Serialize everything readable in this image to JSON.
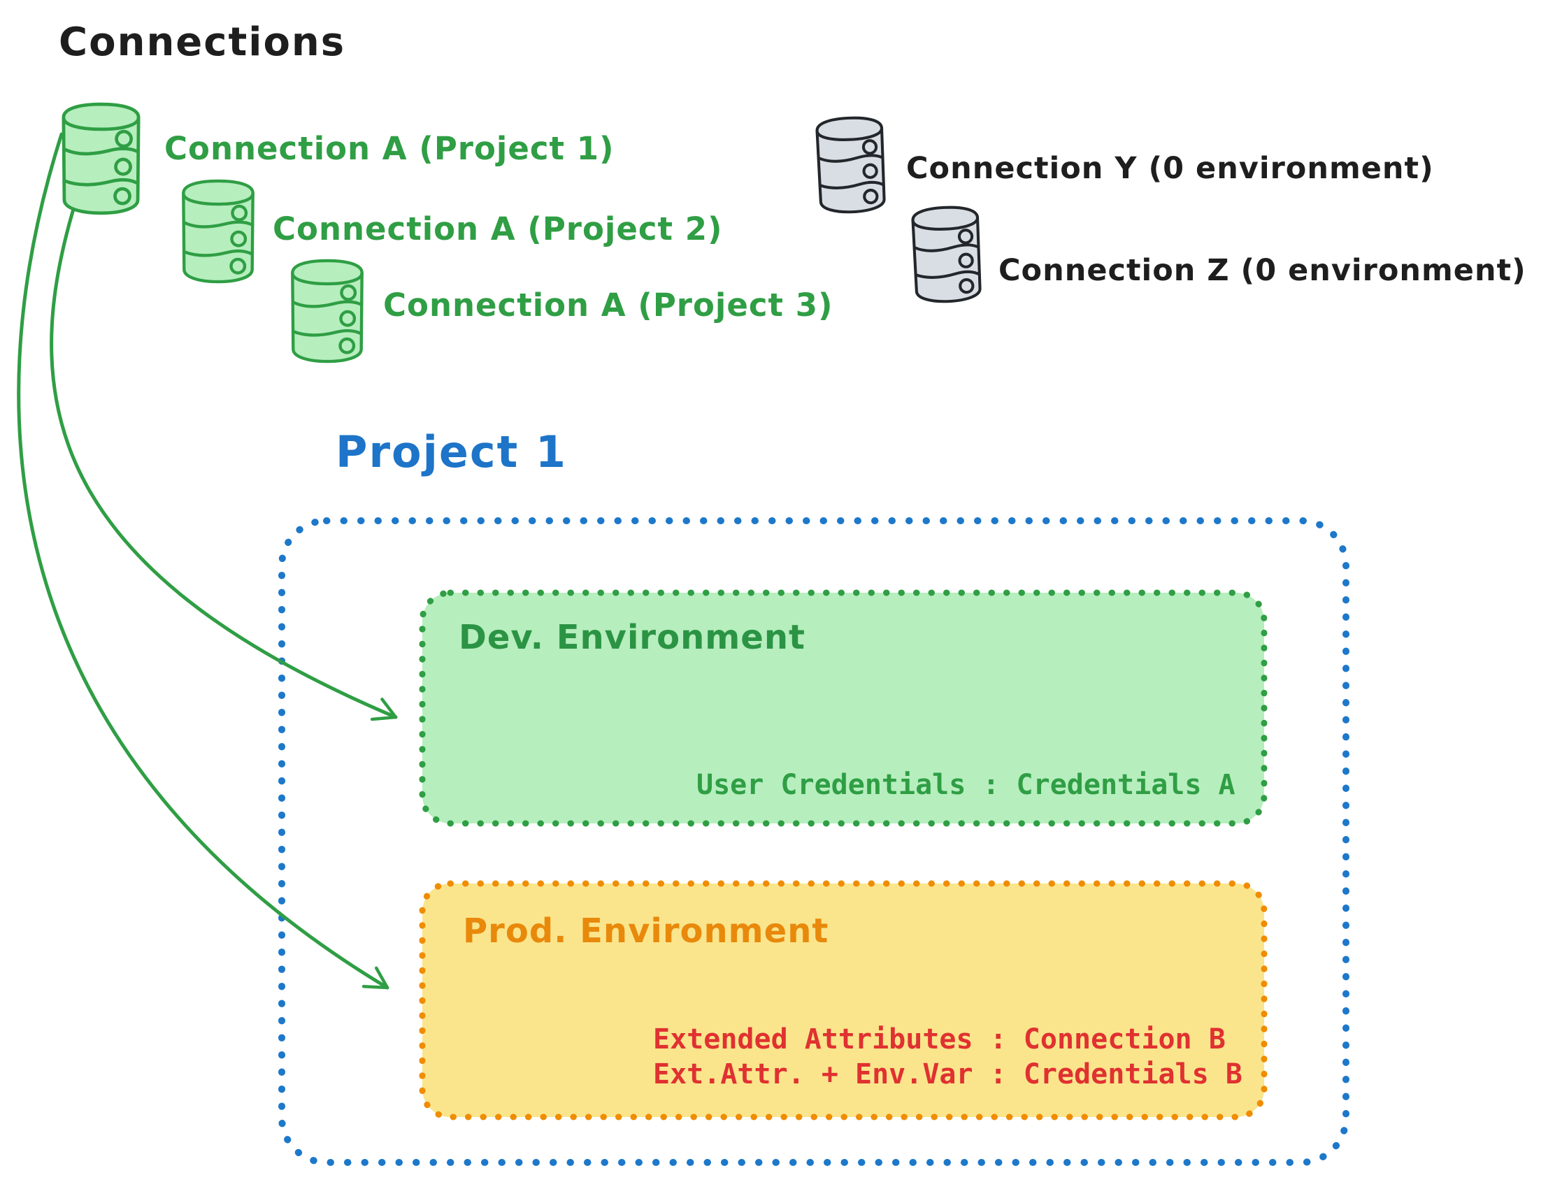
{
  "title": "Connections",
  "green_connections": [
    {
      "icon": "database-icon",
      "label": "Connection A (Project 1)"
    },
    {
      "icon": "database-icon",
      "label": "Connection A (Project 2)"
    },
    {
      "icon": "database-icon",
      "label": "Connection A (Project 3)"
    }
  ],
  "gray_connections": [
    {
      "icon": "database-icon",
      "label": "Connection Y (0 environment)"
    },
    {
      "icon": "database-icon",
      "label": "Connection Z (0 environment)"
    }
  ],
  "project": {
    "title": "Project 1",
    "dev_environment": {
      "title": "Dev. Environment",
      "mapping": "User Credentials : Credentials A"
    },
    "prod_environment": {
      "title": "Prod. Environment",
      "mappings": [
        "Extended Attributes : Connection B",
        "Ext.Attr. + Env.Var : Credentials B"
      ]
    }
  },
  "colors": {
    "ink": "#1e1e1e",
    "green_stroke": "#2f9e44",
    "green_fill": "#b6eebe",
    "gray_stroke": "#23272b",
    "gray_fill": "#d9dee4",
    "blue": "#1d74c8",
    "orange": "#f08c00",
    "yellow_fill": "#fae58c",
    "red": "#e03131"
  }
}
